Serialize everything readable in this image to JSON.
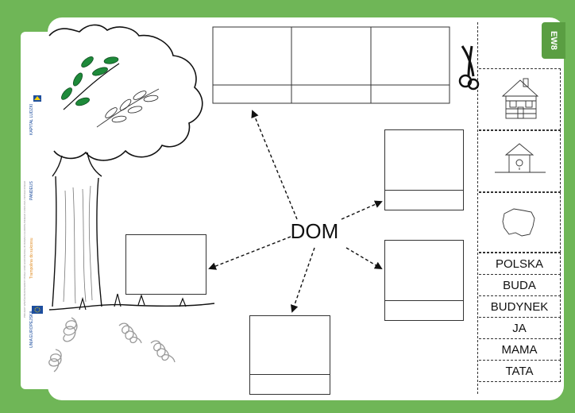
{
  "center_word": "DOM",
  "tag": {
    "label": "EW8"
  },
  "word_cards": [
    "POLSKA",
    "BUDA",
    "BUDYNEK",
    "JA",
    "MAMA",
    "TATA"
  ],
  "picture_cards": [
    {
      "icon": "house-icon"
    },
    {
      "icon": "birdhouse-icon"
    },
    {
      "icon": "poland-map-icon"
    }
  ],
  "sidebar": {
    "logos": [
      "KAPITAŁ LUDZKI",
      "PANDEUS",
      "Trampolina do sukcesu",
      "UNIA EUROPEJSKA"
    ],
    "fine_print": "PROJEKT WSPÓŁFINANSOWANY PRZEZ UNIĘ EUROPEJSKĄ W RAMACH EUROPEJSKIEGO FUNDUSZU SPOŁECZNEGO"
  },
  "colors": {
    "frame": "#6fb657",
    "tag": "#5a9e42",
    "leaf": "#1e8a3a"
  }
}
